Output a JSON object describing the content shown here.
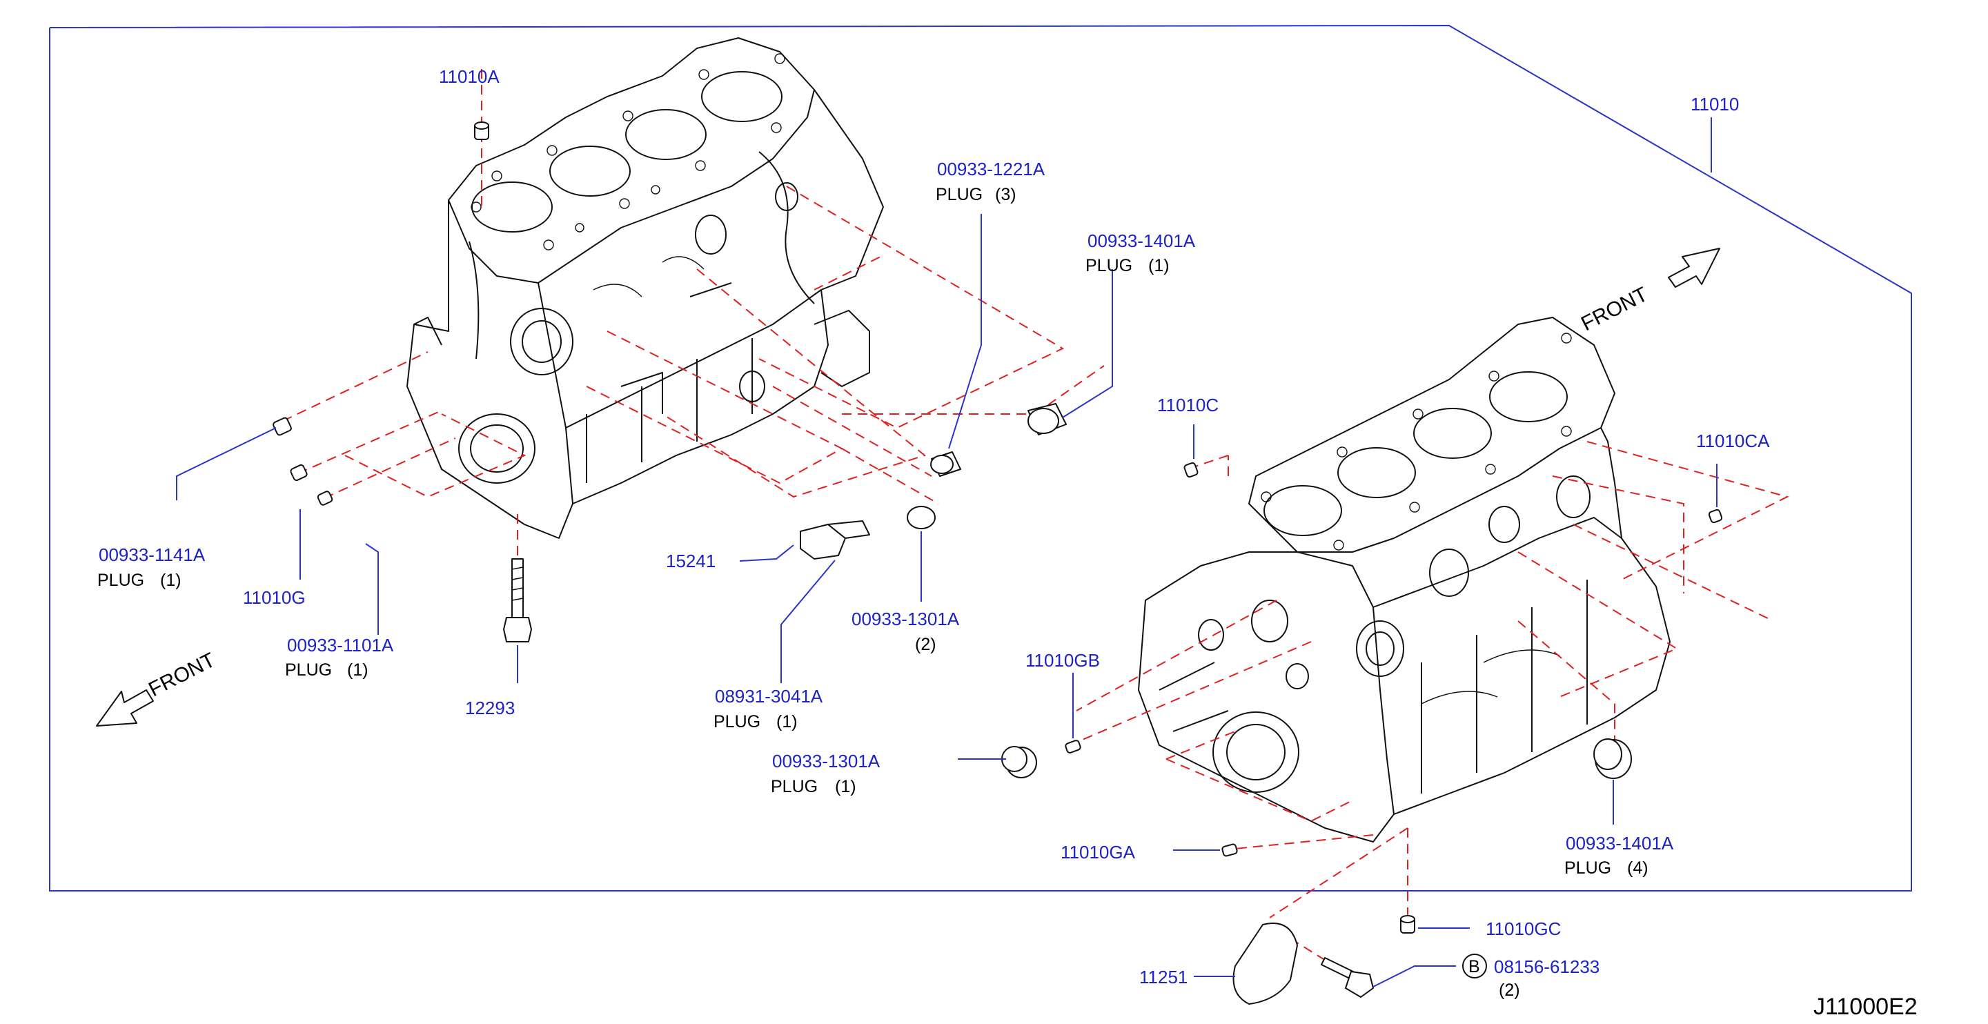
{
  "diagram_code": "J11000E2",
  "front_label": "FRONT",
  "parts": {
    "p11010": {
      "number": "11010"
    },
    "p11010A": {
      "number": "11010A"
    },
    "p11010C": {
      "number": "11010C"
    },
    "p11010CA": {
      "number": "11010CA"
    },
    "p11010G": {
      "number": "11010G"
    },
    "p11010GA": {
      "number": "11010GA"
    },
    "p11010GB": {
      "number": "11010GB"
    },
    "p11010GC": {
      "number": "11010GC"
    },
    "p11251": {
      "number": "11251"
    },
    "p12293": {
      "number": "12293"
    },
    "p15241": {
      "number": "15241"
    },
    "p00933_1221A": {
      "number": "00933-1221A",
      "desc": "PLUG",
      "qty": "(3)"
    },
    "p00933_1401A_top": {
      "number": "00933-1401A",
      "desc": "PLUG",
      "qty": "(1)"
    },
    "p00933_1141A": {
      "number": "00933-1141A",
      "desc": "PLUG",
      "qty": "(1)"
    },
    "p00933_1101A": {
      "number": "00933-1101A",
      "desc": "PLUG",
      "qty": "(1)"
    },
    "p00933_1301A_mid": {
      "number": "00933-1301A",
      "qty": "(2)"
    },
    "p08931_3041A": {
      "number": "08931-3041A",
      "desc": "PLUG",
      "qty": "(1)"
    },
    "p00933_1301A_low": {
      "number": "00933-1301A",
      "desc": "PLUG",
      "qty": "(1)"
    },
    "p00933_1401A_low": {
      "number": "00933-1401A",
      "desc": "PLUG",
      "qty": "(4)"
    },
    "p08156_61233": {
      "prefix": "B",
      "number": "08156-61233",
      "qty": "(2)"
    }
  }
}
